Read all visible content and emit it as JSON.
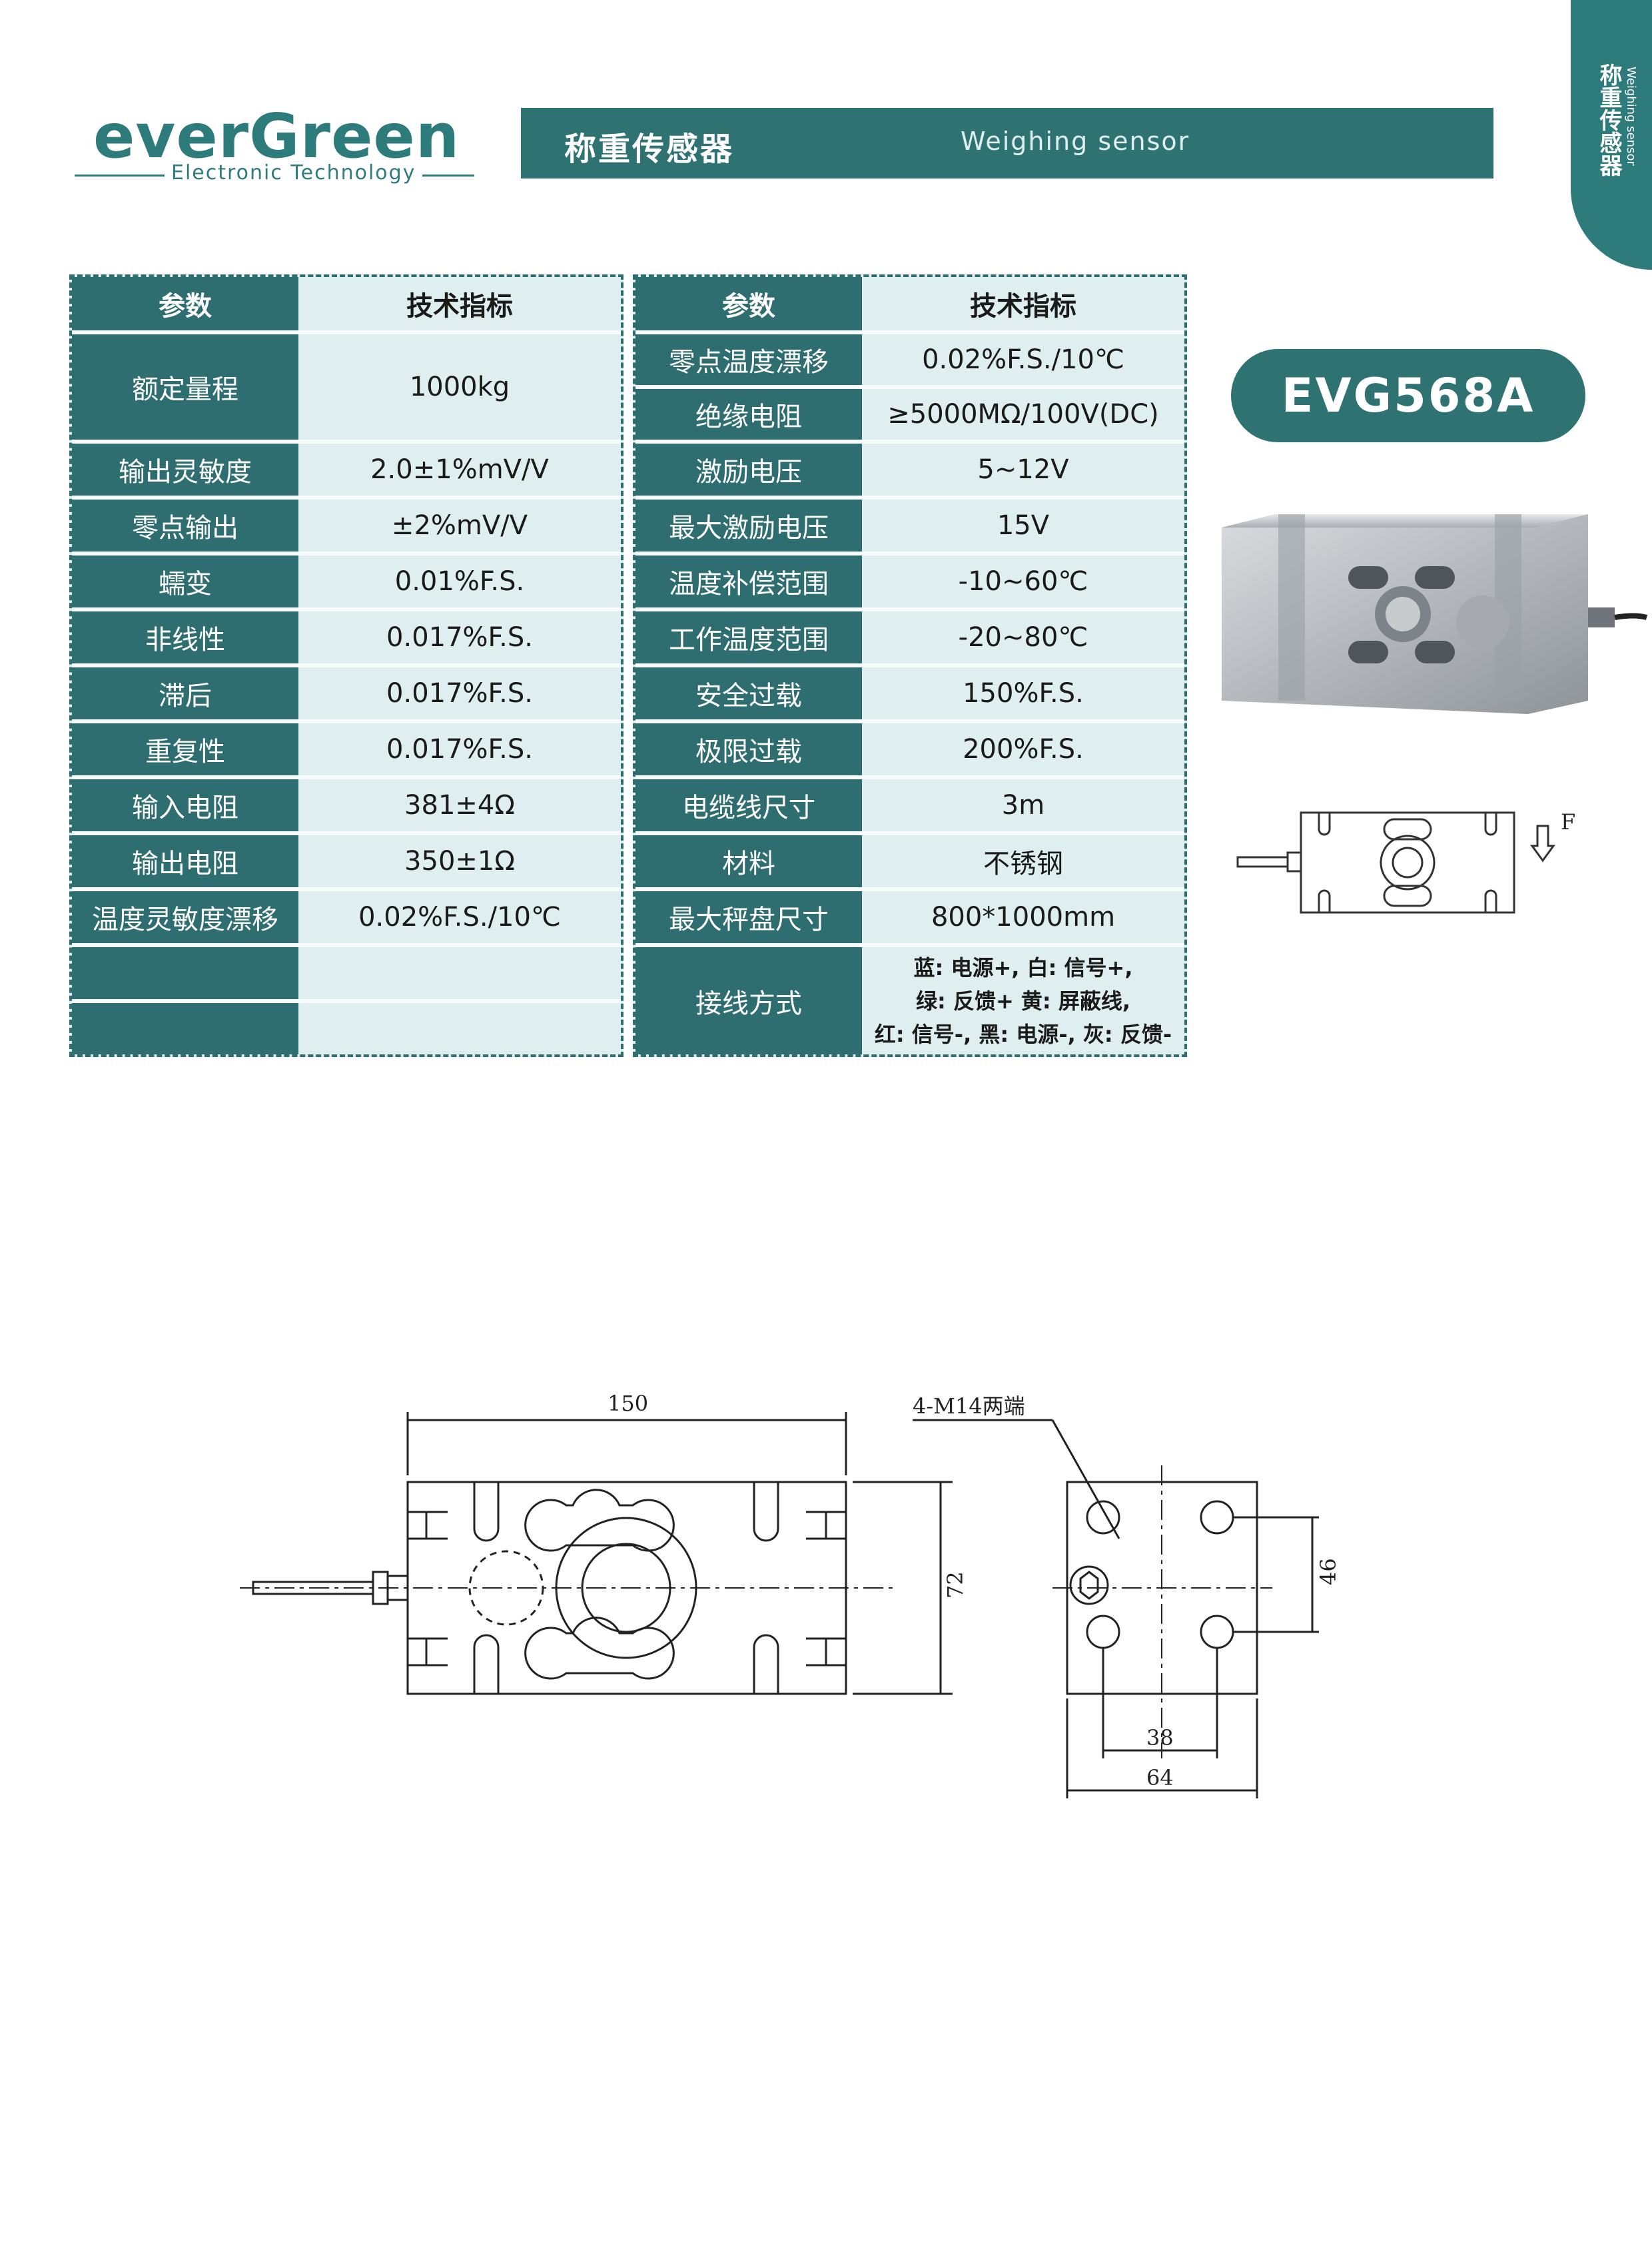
{
  "header": {
    "brand": "everGreen",
    "brand_sub": "Electronic Technology",
    "title_cn": "称重传感器",
    "title_en": "Weighing sensor",
    "side_tab_cn": "称重传感器",
    "side_tab_en": "Weighing sensor"
  },
  "model": "EVG568A",
  "table_left": {
    "header": [
      "参数",
      "技术指标"
    ],
    "rows": [
      [
        "额定量程",
        "1000kg"
      ],
      [
        "输出灵敏度",
        "2.0±1%mV/V"
      ],
      [
        "零点输出",
        "±2%mV/V"
      ],
      [
        "蠕变",
        "0.01%F.S."
      ],
      [
        "非线性",
        "0.017%F.S."
      ],
      [
        "滞后",
        "0.017%F.S."
      ],
      [
        "重复性",
        "0.017%F.S."
      ],
      [
        "输入电阻",
        "381±4Ω"
      ],
      [
        "输出电阻",
        "350±1Ω"
      ],
      [
        "温度灵敏度漂移",
        "0.02%F.S./10℃"
      ]
    ]
  },
  "table_right": {
    "header": [
      "参数",
      "技术指标"
    ],
    "rows": [
      [
        "零点温度漂移",
        "0.02%F.S./10℃"
      ],
      [
        "绝缘电阻",
        "≥5000MΩ/100V(DC)"
      ],
      [
        "激励电压",
        "5~12V"
      ],
      [
        "最大激励电压",
        "15V"
      ],
      [
        "温度补偿范围",
        "-10~60℃"
      ],
      [
        "工作温度范围",
        "-20~80℃"
      ],
      [
        "安全过载",
        "150%F.S."
      ],
      [
        "极限过载",
        "200%F.S."
      ],
      [
        "电缆线尺寸",
        "3m"
      ],
      [
        "材料",
        "不锈钢"
      ],
      [
        "最大秤盘尺寸",
        "800*1000mm"
      ]
    ],
    "wiring_label": "接线方式",
    "wiring_lines": [
      "蓝: 电源+, 白: 信号+,",
      "绿: 反馈+ 黄: 屏蔽线,",
      "红: 信号-, 黑: 电源-, 灰: 反馈-"
    ]
  },
  "force_label": "F",
  "drawing": {
    "dim_length": "150",
    "dim_height": "72",
    "thread_note": "4-M14两端",
    "dim_hole_v": "46",
    "dim_hole_h": "38",
    "dim_width": "64"
  }
}
